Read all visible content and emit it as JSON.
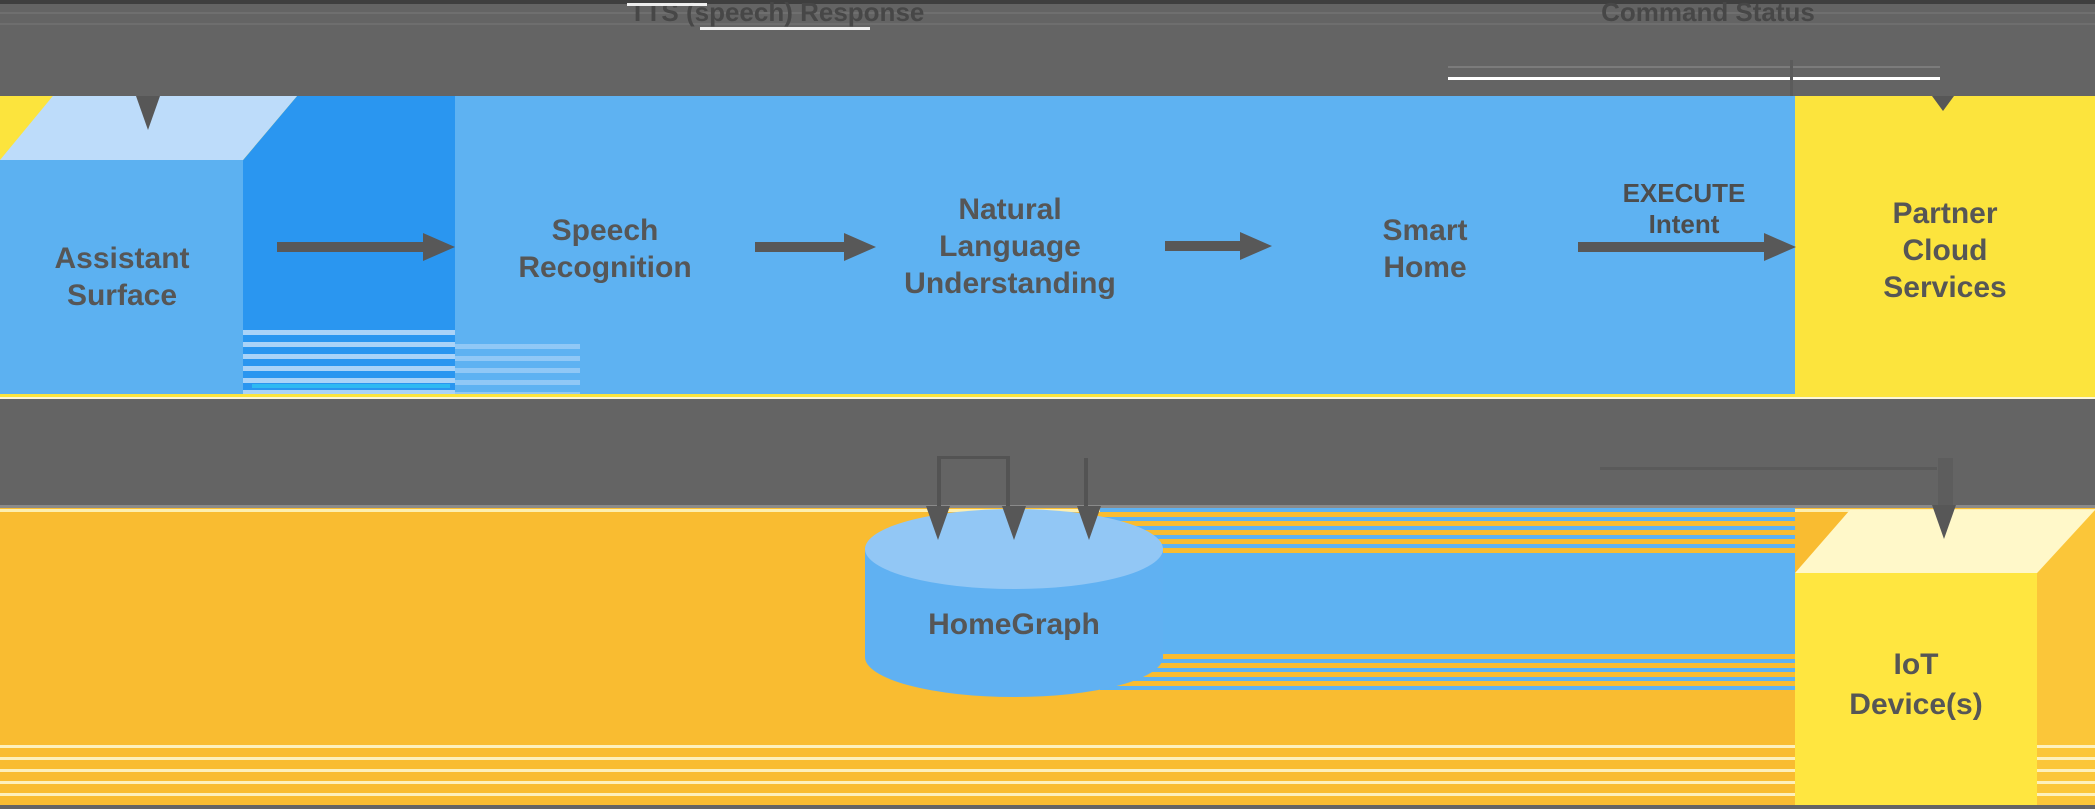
{
  "top_band": {
    "tts_response_label": "TTS (speech) Response",
    "command_status_label": "Command Status"
  },
  "nodes": {
    "assistant_surface": "Assistant\nSurface",
    "speech_recognition": "Speech\nRecognition",
    "natural_language_understanding": "Natural\nLanguage\nUnderstanding",
    "smart_home": "Smart\nHome",
    "partner_cloud_services": "Partner\nCloud\nServices",
    "homegraph": "HomeGraph",
    "iot_devices": "IoT\nDevice(s)"
  },
  "edges": {
    "execute_intent_label": "EXECUTE\nIntent"
  },
  "colors": {
    "band_gray": "#646464",
    "arrow_gray": "#585858",
    "label_gray": "#565656",
    "assistant_blue": "#5EB2F2",
    "assistant_cube_top": "#BDDCFA",
    "assistant_cube_side": "#2A96F0",
    "homegraph_body": "#60B1F2",
    "homegraph_top": "#92C7F5",
    "partner_yellow": "#FCE43D",
    "background_amber": "#F9BC31",
    "iot_cube_top": "#FFF8C9",
    "iot_cube_front": "#FFE640",
    "iot_cube_side": "#FBC639",
    "cyan_artifact": "#2FB9F2"
  }
}
